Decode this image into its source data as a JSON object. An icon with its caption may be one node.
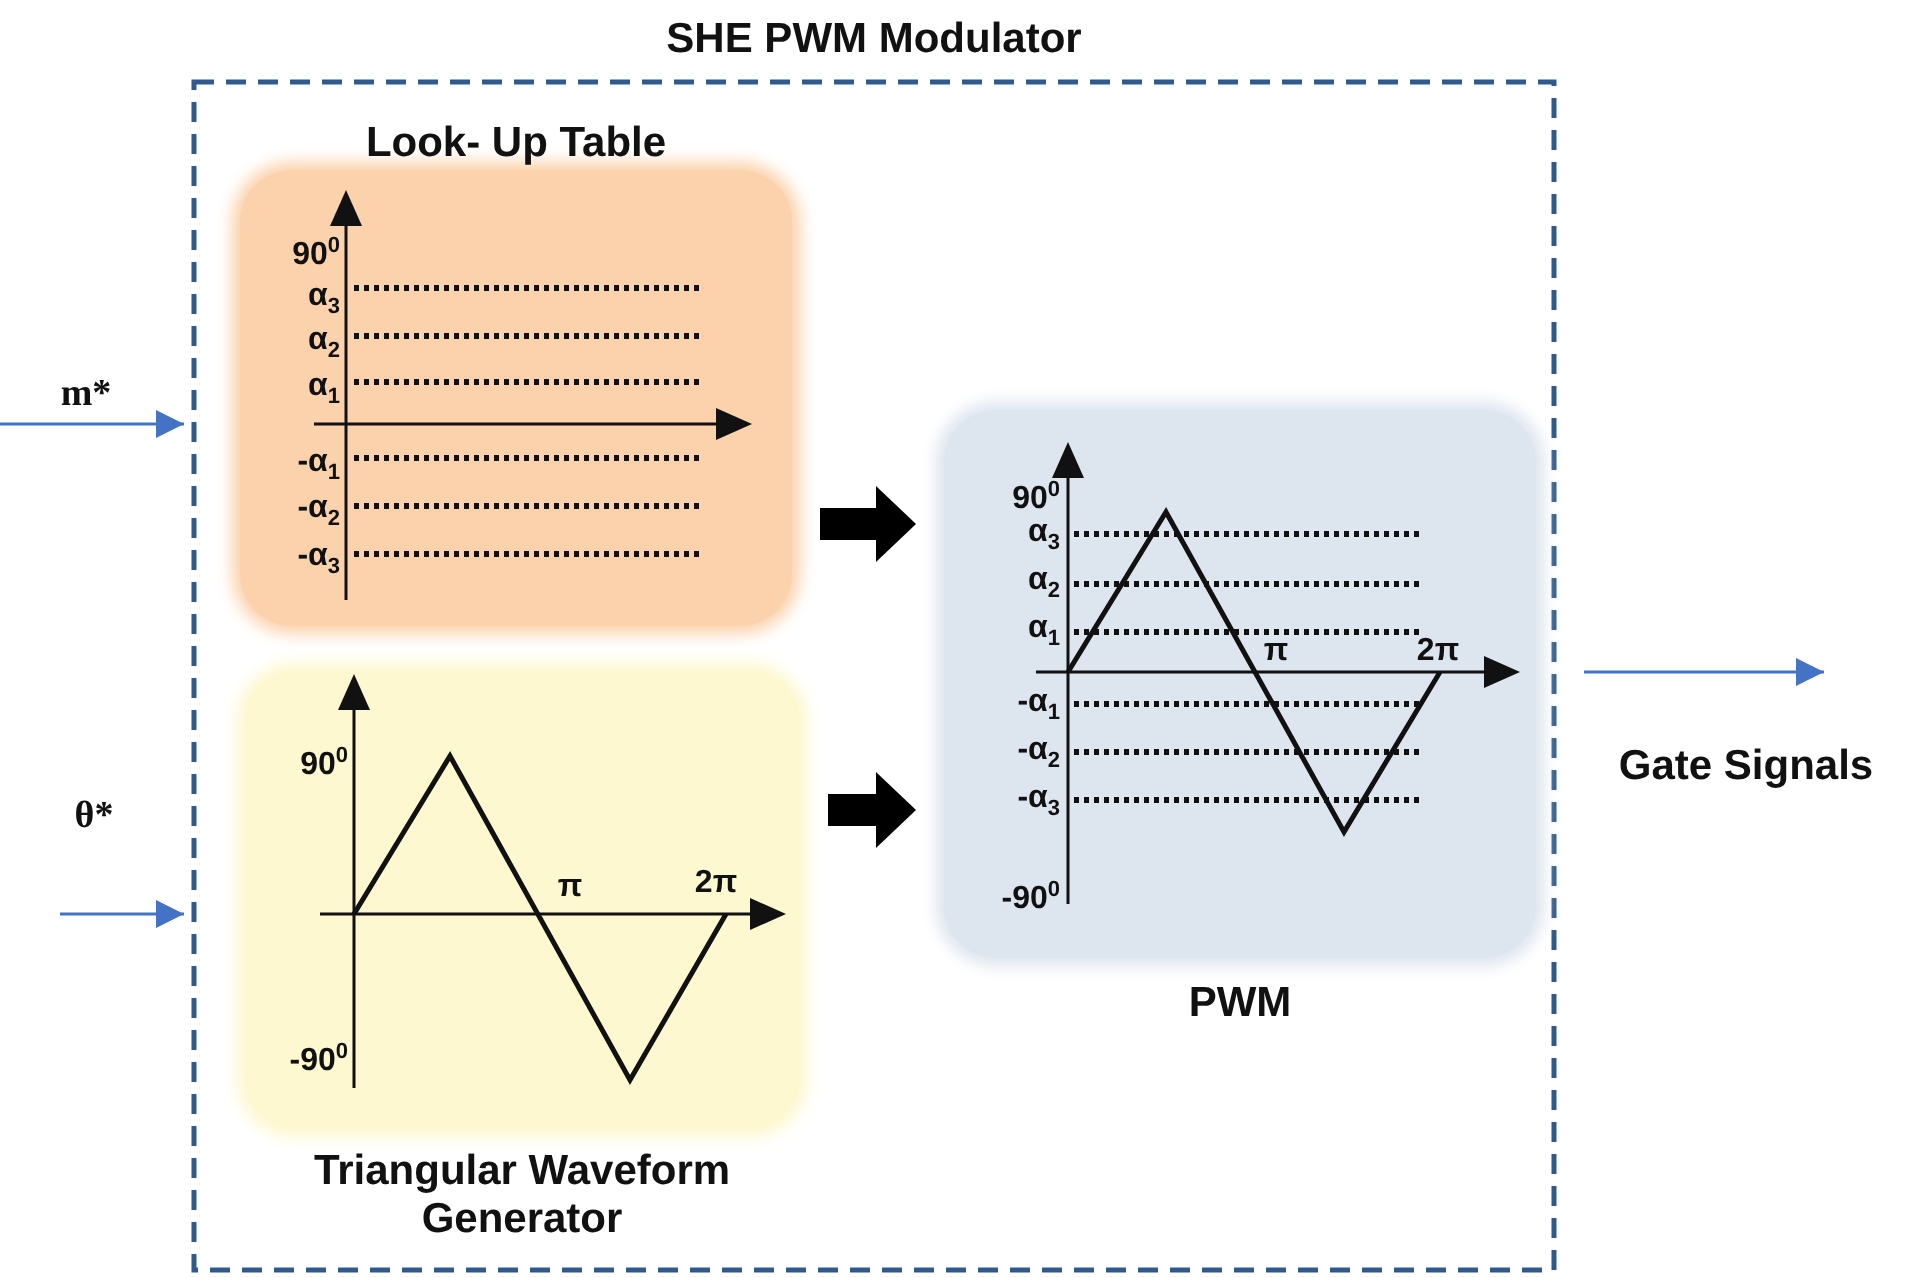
{
  "diagram": {
    "nodes": [
      {
        "text": [
          "SHE PWM Modulator"
        ]
      },
      {
        "text": [
          "Look- Up Table",
          "90$^{0}$",
          "α$_{3}$",
          "α$_{2}$",
          "α$_{1}$",
          "-α$_{1}$",
          "-α$_{2}$",
          "-α$_{3}$"
        ],
        "in": 0
      },
      {
        "text": [
          "90$^{0}$",
          "π",
          "2π",
          "-90$^{0}$",
          "Triangular Waveform Generator"
        ],
        "in": 0
      },
      {
        "text": [
          "90$^{0}$",
          "α$_{3}$",
          "α$_{2}$",
          "α$_{1}$",
          "π",
          "2π",
          "-α$_{1}$",
          "-α$_{2}$",
          "-α$_{3}$",
          "-90$^{0}$",
          "PWM"
        ],
        "in": 0
      }
    ],
    "edges": [
      {
        "from": null,
        "to": 0,
        "arrow": "to",
        "label": "m*"
      },
      {
        "from": null,
        "to": 0,
        "arrow": "to",
        "label": "θ*"
      },
      {
        "from": 1,
        "to": 3,
        "arrow": "to",
        "style": "thick",
        "color": "#000000"
      },
      {
        "from": 2,
        "to": 3,
        "arrow": "to",
        "style": "thick",
        "color": "#000000"
      },
      {
        "from": 0,
        "to": null,
        "arrow": "to",
        "label": "Gate Signals"
      }
    ]
  }
}
